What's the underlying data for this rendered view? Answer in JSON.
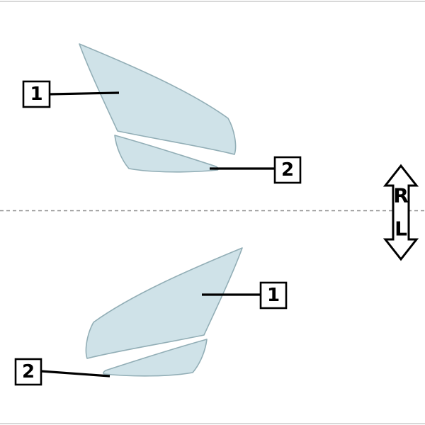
{
  "callouts": {
    "top_part1": "1",
    "top_part2": "2",
    "bottom_part1": "1",
    "bottom_part2": "2"
  },
  "direction_arrow": {
    "top_letter": "R",
    "bottom_letter": "L"
  },
  "colors": {
    "part_fill": "#cfe2e8",
    "part_stroke": "#92aeb6",
    "divider_line": "#8c8c8c",
    "callout_border": "#000000",
    "arrow_fill": "#ffffff",
    "arrow_stroke": "#000000"
  }
}
